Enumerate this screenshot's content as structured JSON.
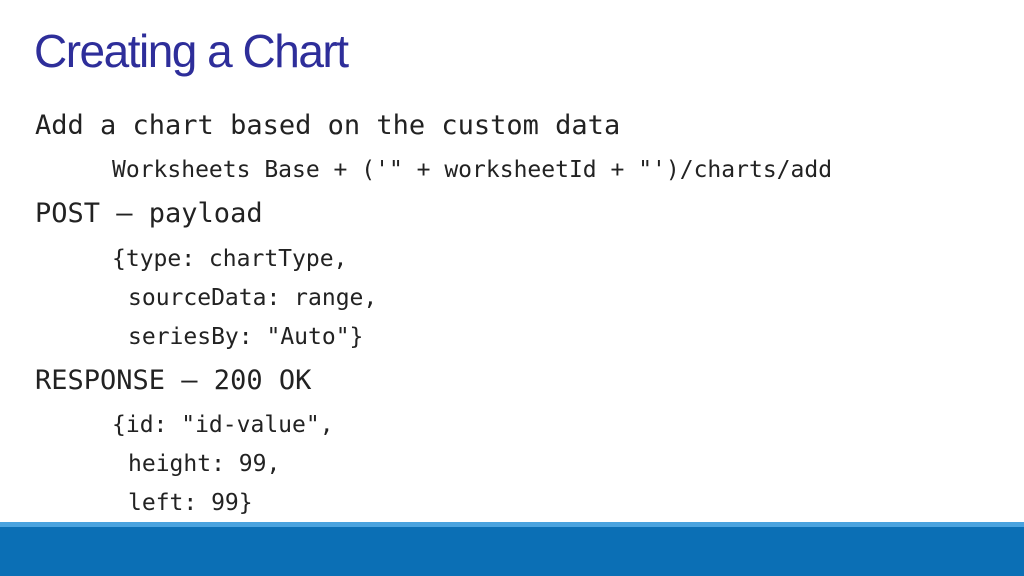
{
  "slide": {
    "title": "Creating a Chart",
    "lines": {
      "heading_add": "Add a chart based on the custom data",
      "url": "Worksheets Base + ('\" + worksheetId + \"')/charts/add",
      "heading_post": "POST – payload",
      "payload_1": "{type: chartType,",
      "payload_2": "sourceData: range,",
      "payload_3": "seriesBy: \"Auto\"}",
      "heading_response": "RESPONSE – 200 OK",
      "response_1": "{id: \"id-value\",",
      "response_2": "height: 99,",
      "response_3": "left: 99}"
    },
    "colors": {
      "title": "#2e2e9a",
      "text": "#222222",
      "footer_bar": "#0b6fb5",
      "footer_line": "#4aa3df"
    }
  }
}
